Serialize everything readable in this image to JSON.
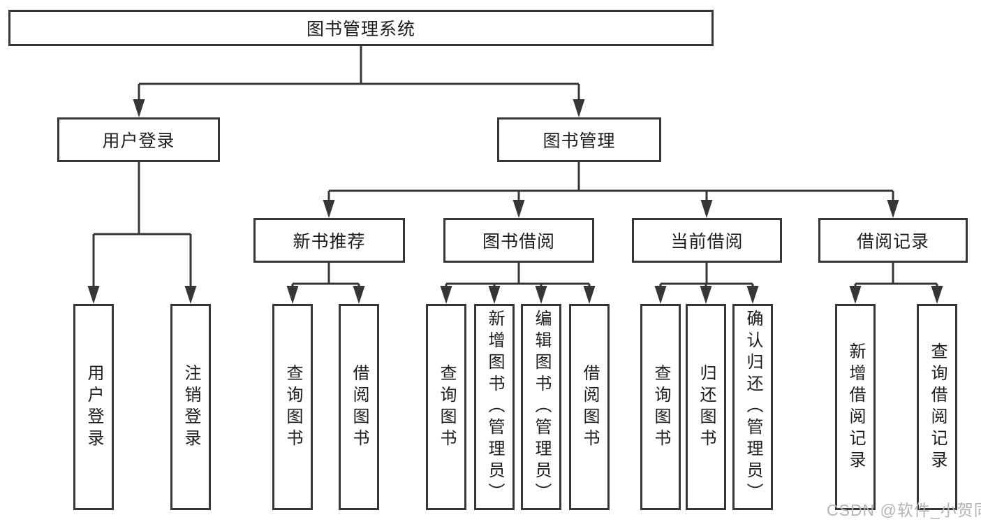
{
  "tree": {
    "root": {
      "label": "图书管理系统",
      "children": [
        {
          "label": "用户登录",
          "children": [
            {
              "label": "用户登录"
            },
            {
              "label": "注销登录"
            }
          ]
        },
        {
          "label": "图书管理",
          "children": [
            {
              "label": "新书推荐",
              "children": [
                {
                  "label": "查询图书"
                },
                {
                  "label": "借阅图书"
                }
              ]
            },
            {
              "label": "图书借阅",
              "children": [
                {
                  "label": "查询图书"
                },
                {
                  "label": "新增图书（管理员）"
                },
                {
                  "label": "编辑图书（管理员）"
                },
                {
                  "label": "借阅图书"
                }
              ]
            },
            {
              "label": "当前借阅",
              "children": [
                {
                  "label": "查询图书"
                },
                {
                  "label": "归还图书"
                },
                {
                  "label": "确认归还（管理员）"
                }
              ]
            },
            {
              "label": "借阅记录",
              "children": [
                {
                  "label": "新增借阅记录"
                },
                {
                  "label": "查询借阅记录"
                }
              ]
            }
          ]
        }
      ]
    }
  },
  "watermark": {
    "text": "CSDN @软件_小贺同学"
  },
  "colors": {
    "line": "#363636",
    "text": "#1c1c1c",
    "box-bg": "#ffffff",
    "watermark": "#b4b4b4",
    "background": "#ffffff"
  }
}
